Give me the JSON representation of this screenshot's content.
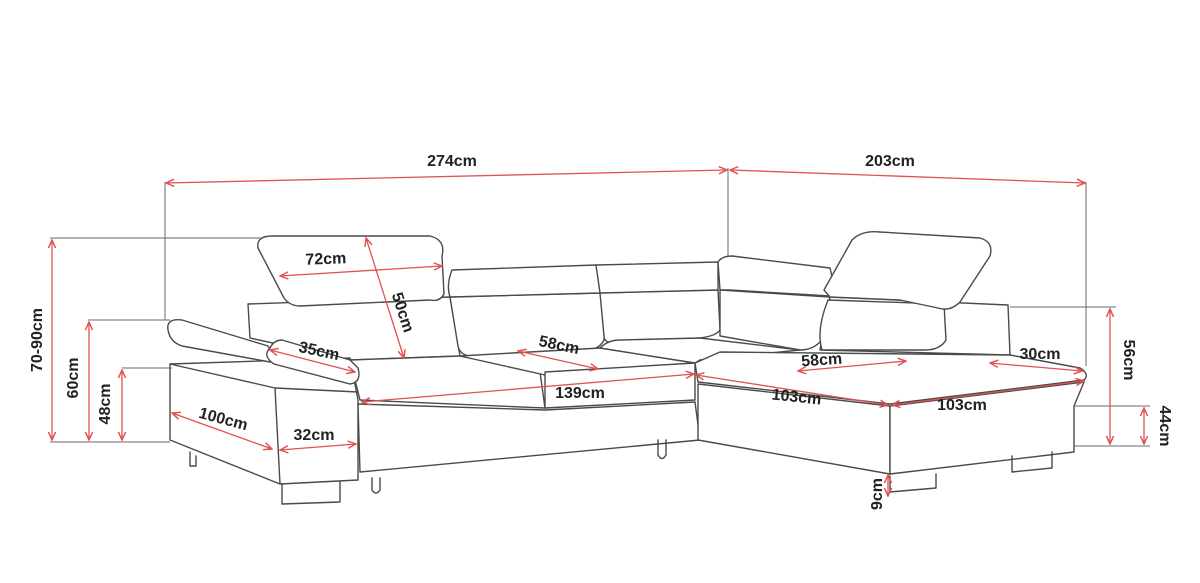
{
  "dimensions": {
    "total_length": "274cm",
    "side_length": "203cm",
    "total_height": "70-90cm",
    "backrest_height": "60cm",
    "armrest_height": "48cm",
    "headrest_width": "72cm",
    "headrest_height": "50cm",
    "armrest_width": "35cm",
    "seat_depth_left": "58cm",
    "seat_depth_right": "58cm",
    "chaise_back_depth": "30cm",
    "corner_height": "56cm",
    "seat_height": "44cm",
    "side_depth": "100cm",
    "side_width": "32cm",
    "main_seat_width": "139cm",
    "chaise_width": "103cm",
    "chaise_length": "103cm",
    "leg_height": "9cm"
  },
  "colors": {
    "dimension_line": "#e05252",
    "outline": "#4a4a4a",
    "label": "#222222"
  }
}
